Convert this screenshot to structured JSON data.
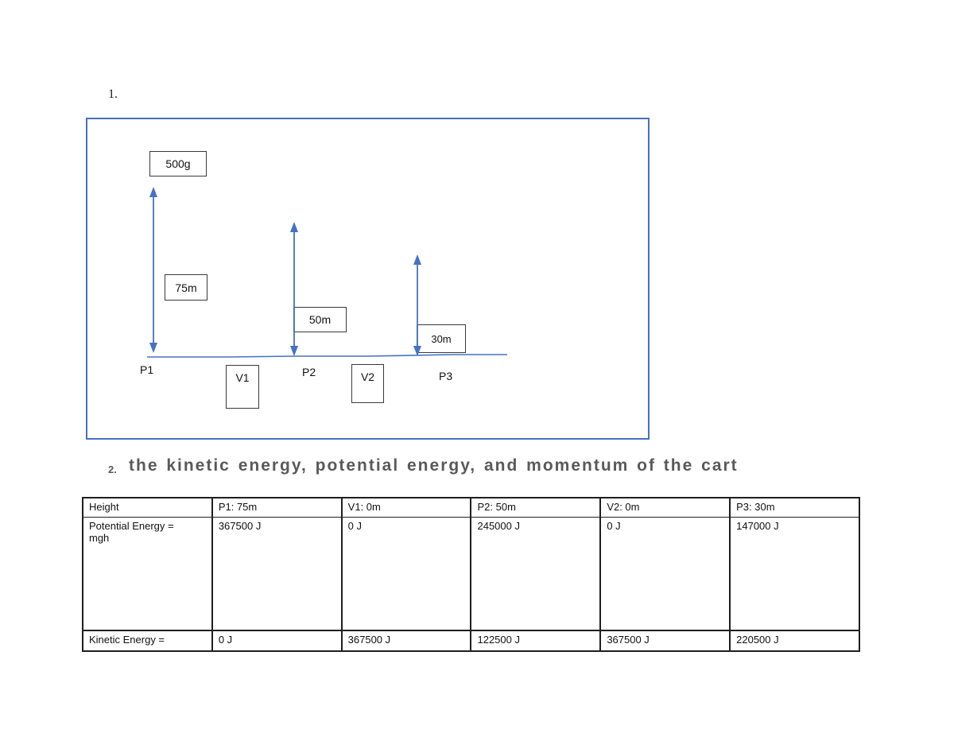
{
  "page": {
    "item1_number": "1.",
    "item2_number": "2.",
    "heading": "the kinetic energy, potential energy, and momentum of the cart"
  },
  "diagram": {
    "mass_label": "500g",
    "height_labels": {
      "p1": "75m",
      "p2": "50m",
      "p3": "30m"
    },
    "point_labels": {
      "p1": "P1",
      "p2": "P2",
      "p3": "P3"
    },
    "velocity_labels": {
      "v1": "V1",
      "v2": "V2"
    }
  },
  "table": {
    "rows": [
      [
        "Height",
        "P1: 75m",
        "V1: 0m",
        "P2: 50m",
        "V2: 0m",
        "P3: 30m"
      ],
      [
        "Potential Energy =\nmgh",
        "367500 J",
        "0 J",
        "245000 J",
        "0 J",
        "147000 J"
      ],
      [
        "Kinetic Energy =",
        "0 J",
        "367500 J",
        "122500 J",
        "367500 J",
        "220500 J"
      ]
    ]
  },
  "colors": {
    "accent_blue": "#4472C4",
    "heading_gray": "#595959",
    "table_border": "#1f1f1f"
  }
}
